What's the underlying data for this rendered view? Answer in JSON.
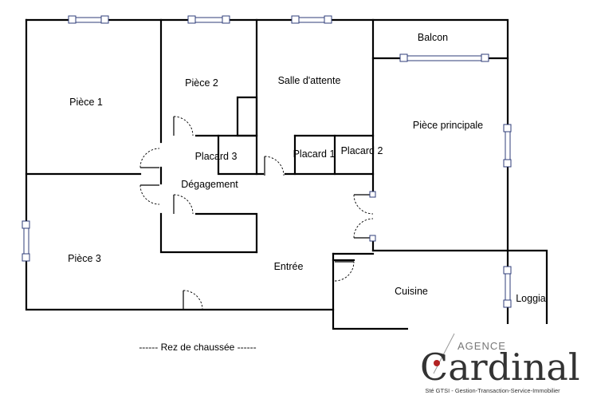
{
  "rooms": {
    "piece1": "Pièce 1",
    "piece2": "Pièce 2",
    "salle_attente": "Salle d'attente",
    "balcon": "Balcon",
    "piece_principale": "Pièce principale",
    "placard3": "Placard 3",
    "placard1": "Placard 1",
    "placard2": "Placard 2",
    "degagement": "Dégagement",
    "piece3": "Pièce 3",
    "entree": "Entrée",
    "cuisine": "Cuisine",
    "loggia": "Loggia"
  },
  "footer": {
    "level_label": "------ Rez de chaussée ------"
  },
  "logo": {
    "agence": "AGENCE",
    "name": "Cardinal",
    "tagline": "Sté GTSI - Gestion-Transaction-Service-Immobilier",
    "accent_color": "#b22222"
  }
}
